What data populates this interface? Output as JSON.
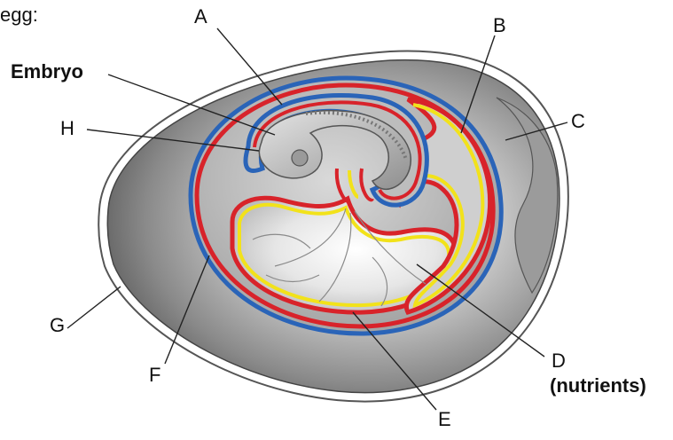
{
  "header_text": "egg:",
  "labels": {
    "embryo": "Embryo",
    "A": "A",
    "B": "B",
    "C": "C",
    "D": "D",
    "D_sub": "(nutrients)",
    "E": "E",
    "F": "F",
    "G": "G",
    "H": "H"
  },
  "colors": {
    "red_membrane": "#d8232a",
    "blue_membrane": "#2a64b8",
    "yellow_membrane": "#f2e21a",
    "shell_gray": "#6f6f6f",
    "leader": "#222222"
  }
}
